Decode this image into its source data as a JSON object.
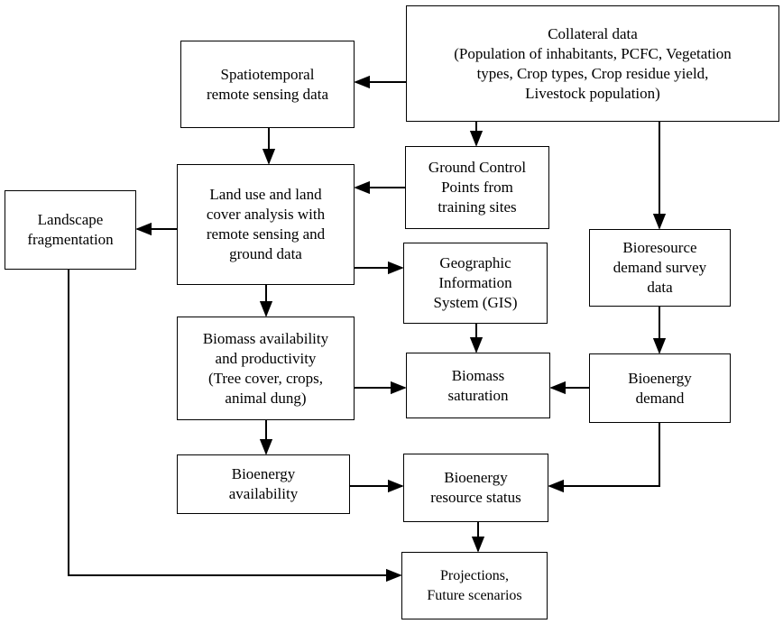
{
  "nodes": {
    "collateral": {
      "lines": [
        "Collateral data",
        "(Population of inhabitants, PCFC, Vegetation",
        "types, Crop types, Crop residue yield,",
        "Livestock population)"
      ]
    },
    "spatiotemporal": {
      "lines": [
        "Spatiotemporal",
        "remote sensing data"
      ]
    },
    "gcp": {
      "lines": [
        "Ground Control",
        "Points from",
        "training sites"
      ]
    },
    "landuse": {
      "lines": [
        "Land use and land",
        "cover analysis with",
        "remote sensing and",
        "ground data"
      ]
    },
    "landscape": {
      "lines": [
        "Landscape",
        "fragmentation"
      ]
    },
    "gis": {
      "lines": [
        "Geographic",
        "Information",
        "System (GIS)"
      ]
    },
    "bioresource": {
      "lines": [
        "Bioresource",
        "demand survey",
        "data"
      ]
    },
    "biomass_avail": {
      "lines": [
        "Biomass availability",
        "and productivity",
        "(Tree cover, crops,",
        "animal dung)"
      ]
    },
    "biomass_sat": {
      "lines": [
        "Biomass",
        "saturation"
      ]
    },
    "bioenergy_demand": {
      "lines": [
        "Bioenergy",
        "demand"
      ]
    },
    "bioenergy_avail": {
      "lines": [
        "Bioenergy",
        "availability"
      ]
    },
    "resource_status": {
      "lines": [
        "Bioenergy",
        "resource status"
      ]
    },
    "projections": {
      "lines": [
        "Projections,",
        "Future scenarios"
      ]
    }
  },
  "edges": [
    {
      "from": "collateral",
      "to": "spatiotemporal"
    },
    {
      "from": "collateral",
      "to": "gcp"
    },
    {
      "from": "collateral",
      "to": "bioresource"
    },
    {
      "from": "spatiotemporal",
      "to": "landuse"
    },
    {
      "from": "gcp",
      "to": "landuse"
    },
    {
      "from": "landuse",
      "to": "landscape"
    },
    {
      "from": "landuse",
      "to": "gis"
    },
    {
      "from": "landuse",
      "to": "biomass_avail"
    },
    {
      "from": "gis",
      "to": "biomass_sat"
    },
    {
      "from": "biomass_avail",
      "to": "biomass_sat"
    },
    {
      "from": "bioenergy_demand",
      "to": "biomass_sat"
    },
    {
      "from": "bioresource",
      "to": "bioenergy_demand"
    },
    {
      "from": "biomass_avail",
      "to": "bioenergy_avail"
    },
    {
      "from": "bioenergy_avail",
      "to": "resource_status"
    },
    {
      "from": "bioenergy_demand",
      "to": "resource_status"
    },
    {
      "from": "resource_status",
      "to": "projections"
    },
    {
      "from": "landscape",
      "to": "projections"
    }
  ]
}
